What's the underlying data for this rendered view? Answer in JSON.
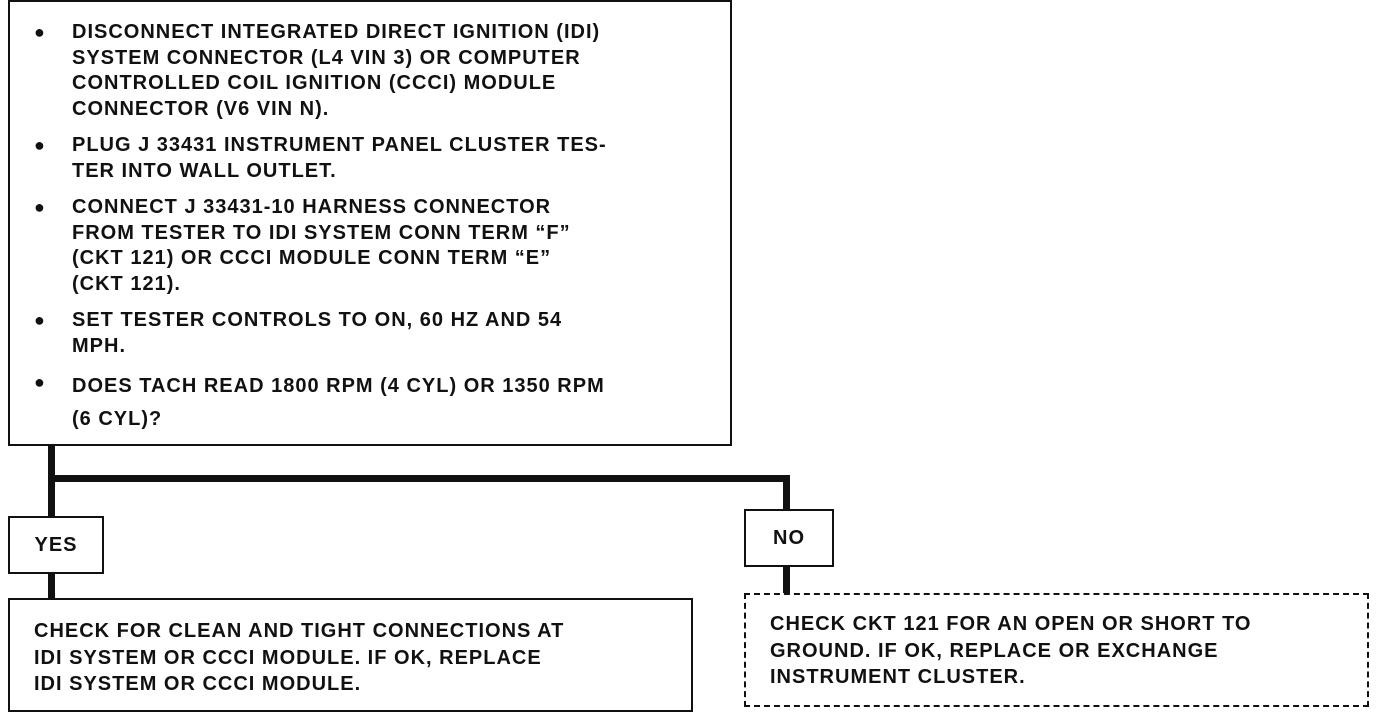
{
  "diagram": {
    "steps": [
      {
        "bullet": "●",
        "text": "DISCONNECT INTEGRATED DIRECT IGNITION (IDI)\nSYSTEM CONNECTOR (L4 VIN 3) OR COMPUTER\nCONTROLLED COIL IGNITION (CCCI) MODULE\nCONNECTOR (V6 VIN N)."
      },
      {
        "bullet": "●",
        "text": "PLUG J 33431 INSTRUMENT PANEL CLUSTER TES-\nTER INTO WALL OUTLET."
      },
      {
        "bullet": "●",
        "text": "CONNECT J 33431-10 HARNESS CONNECTOR\nFROM TESTER TO IDI SYSTEM CONN TERM “F”\n(CKT 121) OR CCCI MODULE CONN TERM “E”\n(CKT 121)."
      },
      {
        "bullet": "●",
        "text": "SET TESTER CONTROLS TO ON, 60 HZ AND 54\nMPH."
      },
      {
        "bullet": "●",
        "text": "DOES TACH READ 1800 RPM (4 CYL) OR 1350 RPM\n(6 CYL)?"
      }
    ],
    "yes_label": "YES",
    "no_label": "NO",
    "yes_result": "CHECK FOR CLEAN AND TIGHT CONNECTIONS AT\nIDI SYSTEM OR CCCI MODULE.  IF OK, REPLACE\nIDI SYSTEM OR CCCI MODULE.",
    "no_result": "CHECK CKT 121 FOR AN OPEN OR SHORT TO\nGROUND.  IF OK, REPLACE OR EXCHANGE\nINSTRUMENT CLUSTER."
  }
}
